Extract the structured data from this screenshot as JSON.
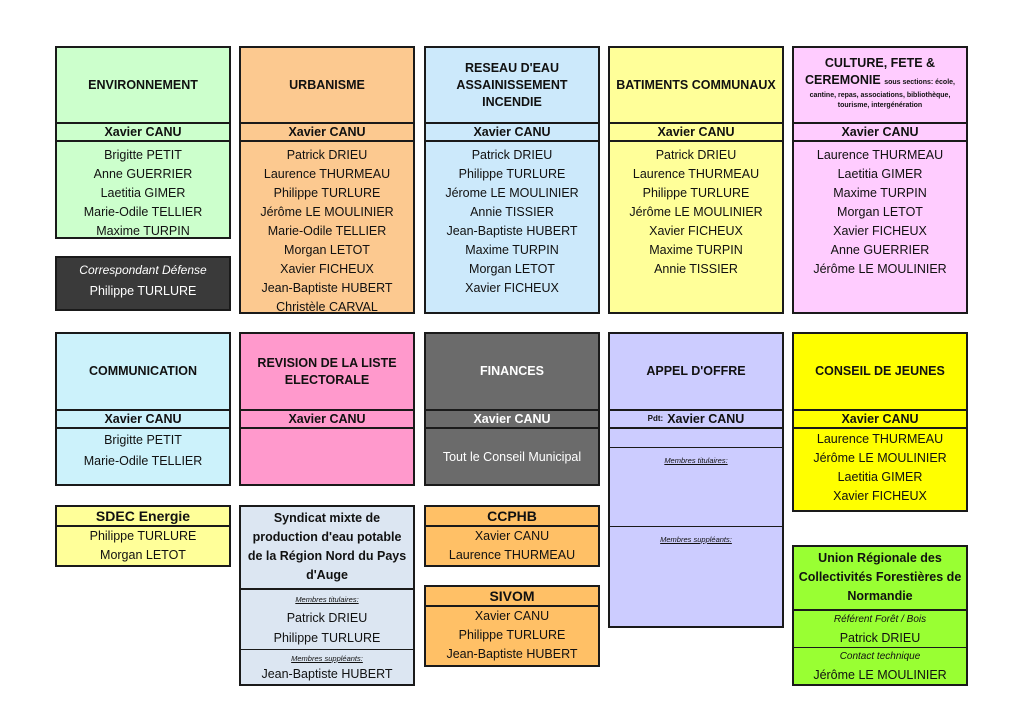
{
  "colors": {
    "environnement": "#ccffcc",
    "urbanisme": "#fcc990",
    "reseau": "#cce9fb",
    "batiments": "#ffff99",
    "culture": "#ffccff",
    "communication": "#ccf2fb",
    "revision": "#ff99cc",
    "finances": "#6b6b6b",
    "appel": "#ccccff",
    "conseil_jeunes": "#ffff00",
    "sdec": "#ffff99",
    "syndicat": "#dce6f2",
    "ccphb": "#ffc066",
    "union": "#99ff33",
    "correspondant": "#3a3a3a"
  },
  "environnement": {
    "title": "ENVIRONNEMENT",
    "head": "Xavier CANU",
    "members": [
      "Brigitte PETIT",
      "Anne GUERRIER",
      "Laetitia GIMER",
      "Marie-Odile TELLIER",
      "Maxime TURPIN"
    ]
  },
  "correspondant": {
    "label": "Correspondant Défense",
    "name": "Philippe TURLURE"
  },
  "urbanisme": {
    "title": "URBANISME",
    "head": "Xavier CANU",
    "members": [
      "Patrick DRIEU",
      "Laurence THURMEAU",
      "Philippe TURLURE",
      "Jérôme LE MOULINIER",
      "Marie-Odile TELLIER",
      "Morgan LETOT",
      "Xavier FICHEUX",
      "Jean-Baptiste HUBERT",
      "Christèle CARVAL"
    ]
  },
  "reseau": {
    "title_line1": "RESEAU D'EAU",
    "title_line2": "ASSAINISSEMENT INCENDIE",
    "head": "Xavier CANU",
    "members": [
      "Patrick DRIEU",
      "Philippe TURLURE",
      "Jérome LE MOULINIER",
      "Annie TISSIER",
      "Jean-Baptiste HUBERT",
      "Maxime TURPIN",
      "Morgan LETOT",
      "Xavier FICHEUX"
    ]
  },
  "batiments": {
    "title": "BATIMENTS COMMUNAUX",
    "head": "Xavier CANU",
    "members": [
      "Patrick DRIEU",
      "Laurence THURMEAU",
      "Philippe TURLURE",
      "Jérôme LE MOULINIER",
      "Xavier FICHEUX",
      "Maxime TURPIN",
      "Annie TISSIER"
    ]
  },
  "culture": {
    "title_line1": "CULTURE, FETE &",
    "title_line2": "CEREMONIE",
    "subtitle_a": "sous sections: école,",
    "subtitle_b": "cantine, repas, associations, bibliothèque,",
    "subtitle_c": "tourisme, intergénération",
    "head": "Xavier CANU",
    "members": [
      "Laurence THURMEAU",
      "Laetitia GIMER",
      "Maxime TURPIN",
      "Morgan LETOT",
      "Xavier FICHEUX",
      "Anne GUERRIER",
      "Jérôme LE MOULINIER"
    ]
  },
  "communication": {
    "title": "COMMUNICATION",
    "head": "Xavier CANU",
    "members": [
      "Brigitte PETIT",
      "Marie-Odile TELLIER"
    ]
  },
  "revision": {
    "title_line1": "REVISION DE LA LISTE",
    "title_line2": "ELECTORALE",
    "head": "Xavier CANU"
  },
  "finances": {
    "title": "FINANCES",
    "head": "Xavier CANU",
    "body": "Tout le Conseil Municipal"
  },
  "appel": {
    "title": "APPEL D'OFFRE",
    "head_prefix": "Pdt:",
    "head": "Xavier CANU",
    "titulaires": "Membres titulaires:",
    "suppleants": "Membres suppléants:"
  },
  "conseil_jeunes": {
    "title": "CONSEIL DE JEUNES",
    "head": "Xavier CANU",
    "members": [
      "Laurence THURMEAU",
      "Jérôme LE MOULINIER",
      "Laetitia GIMER",
      "Xavier FICHEUX"
    ]
  },
  "sdec": {
    "title": "SDEC Energie",
    "members": [
      "Philippe TURLURE",
      "Morgan LETOT"
    ]
  },
  "syndicat": {
    "title_lines": [
      "Syndicat mixte de",
      "production d'eau potable",
      "de la Région Nord du Pays",
      "d'Auge"
    ],
    "titulaires": "Membres titulaires:",
    "titulaires_members": [
      "Patrick DRIEU",
      "Philippe TURLURE"
    ],
    "suppleants": "Membres suppléants:",
    "suppleants_members": [
      "Jean-Baptiste HUBERT"
    ]
  },
  "ccphb": {
    "title": "CCPHB",
    "members": [
      "Xavier CANU",
      "Laurence THURMEAU"
    ]
  },
  "sivom": {
    "title": "SIVOM",
    "members": [
      "Xavier CANU",
      "Philippe TURLURE",
      "Jean-Baptiste HUBERT"
    ]
  },
  "union": {
    "title_lines": [
      "Union Régionale des",
      "Collectivités Forestières de",
      "Normandie"
    ],
    "referent_label": "Référent Forêt / Bois",
    "referent": "Patrick DRIEU",
    "contact_label": "Contact technique",
    "contact": "Jérôme LE MOULINIER"
  }
}
